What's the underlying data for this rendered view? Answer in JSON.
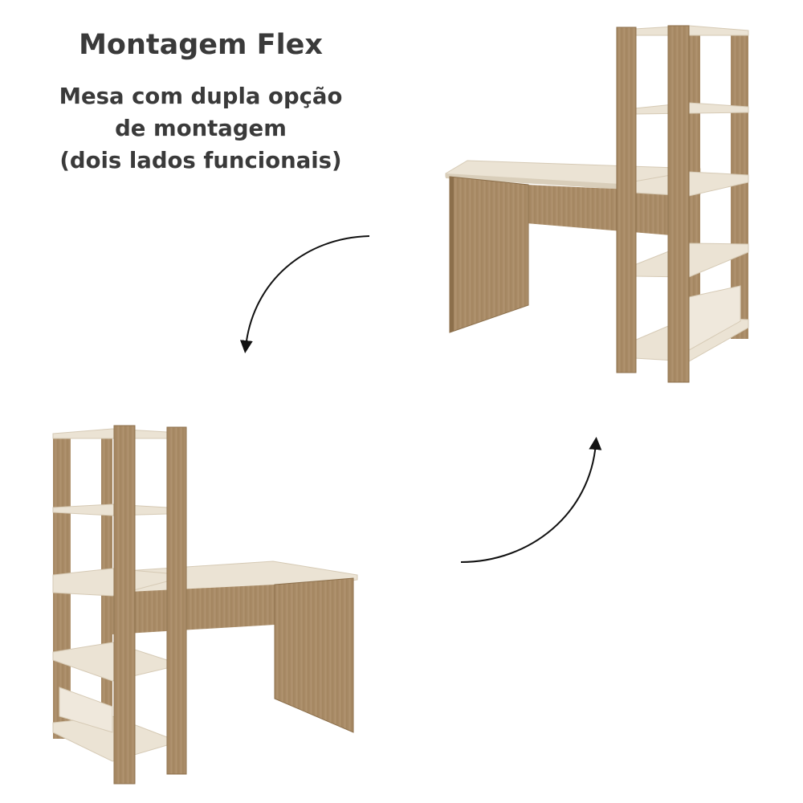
{
  "title": "Montagem Flex",
  "subtitle": {
    "line1": "Mesa com dupla opção",
    "line2": "de montagem",
    "line3": "(dois lados funcionais)"
  },
  "colors": {
    "text": "#3a3a3a",
    "wood": "#a98b63",
    "wood_dark": "#8c6f4b",
    "panel_light": "#ece4d6",
    "arrow": "#111111"
  },
  "images": {
    "desk_top_right": "desk-with-shelf-right-icon",
    "desk_bottom_left": "desk-with-shelf-left-icon",
    "arrow_down_left": "curved-arrow-down-icon",
    "arrow_up_right": "curved-arrow-up-icon"
  }
}
